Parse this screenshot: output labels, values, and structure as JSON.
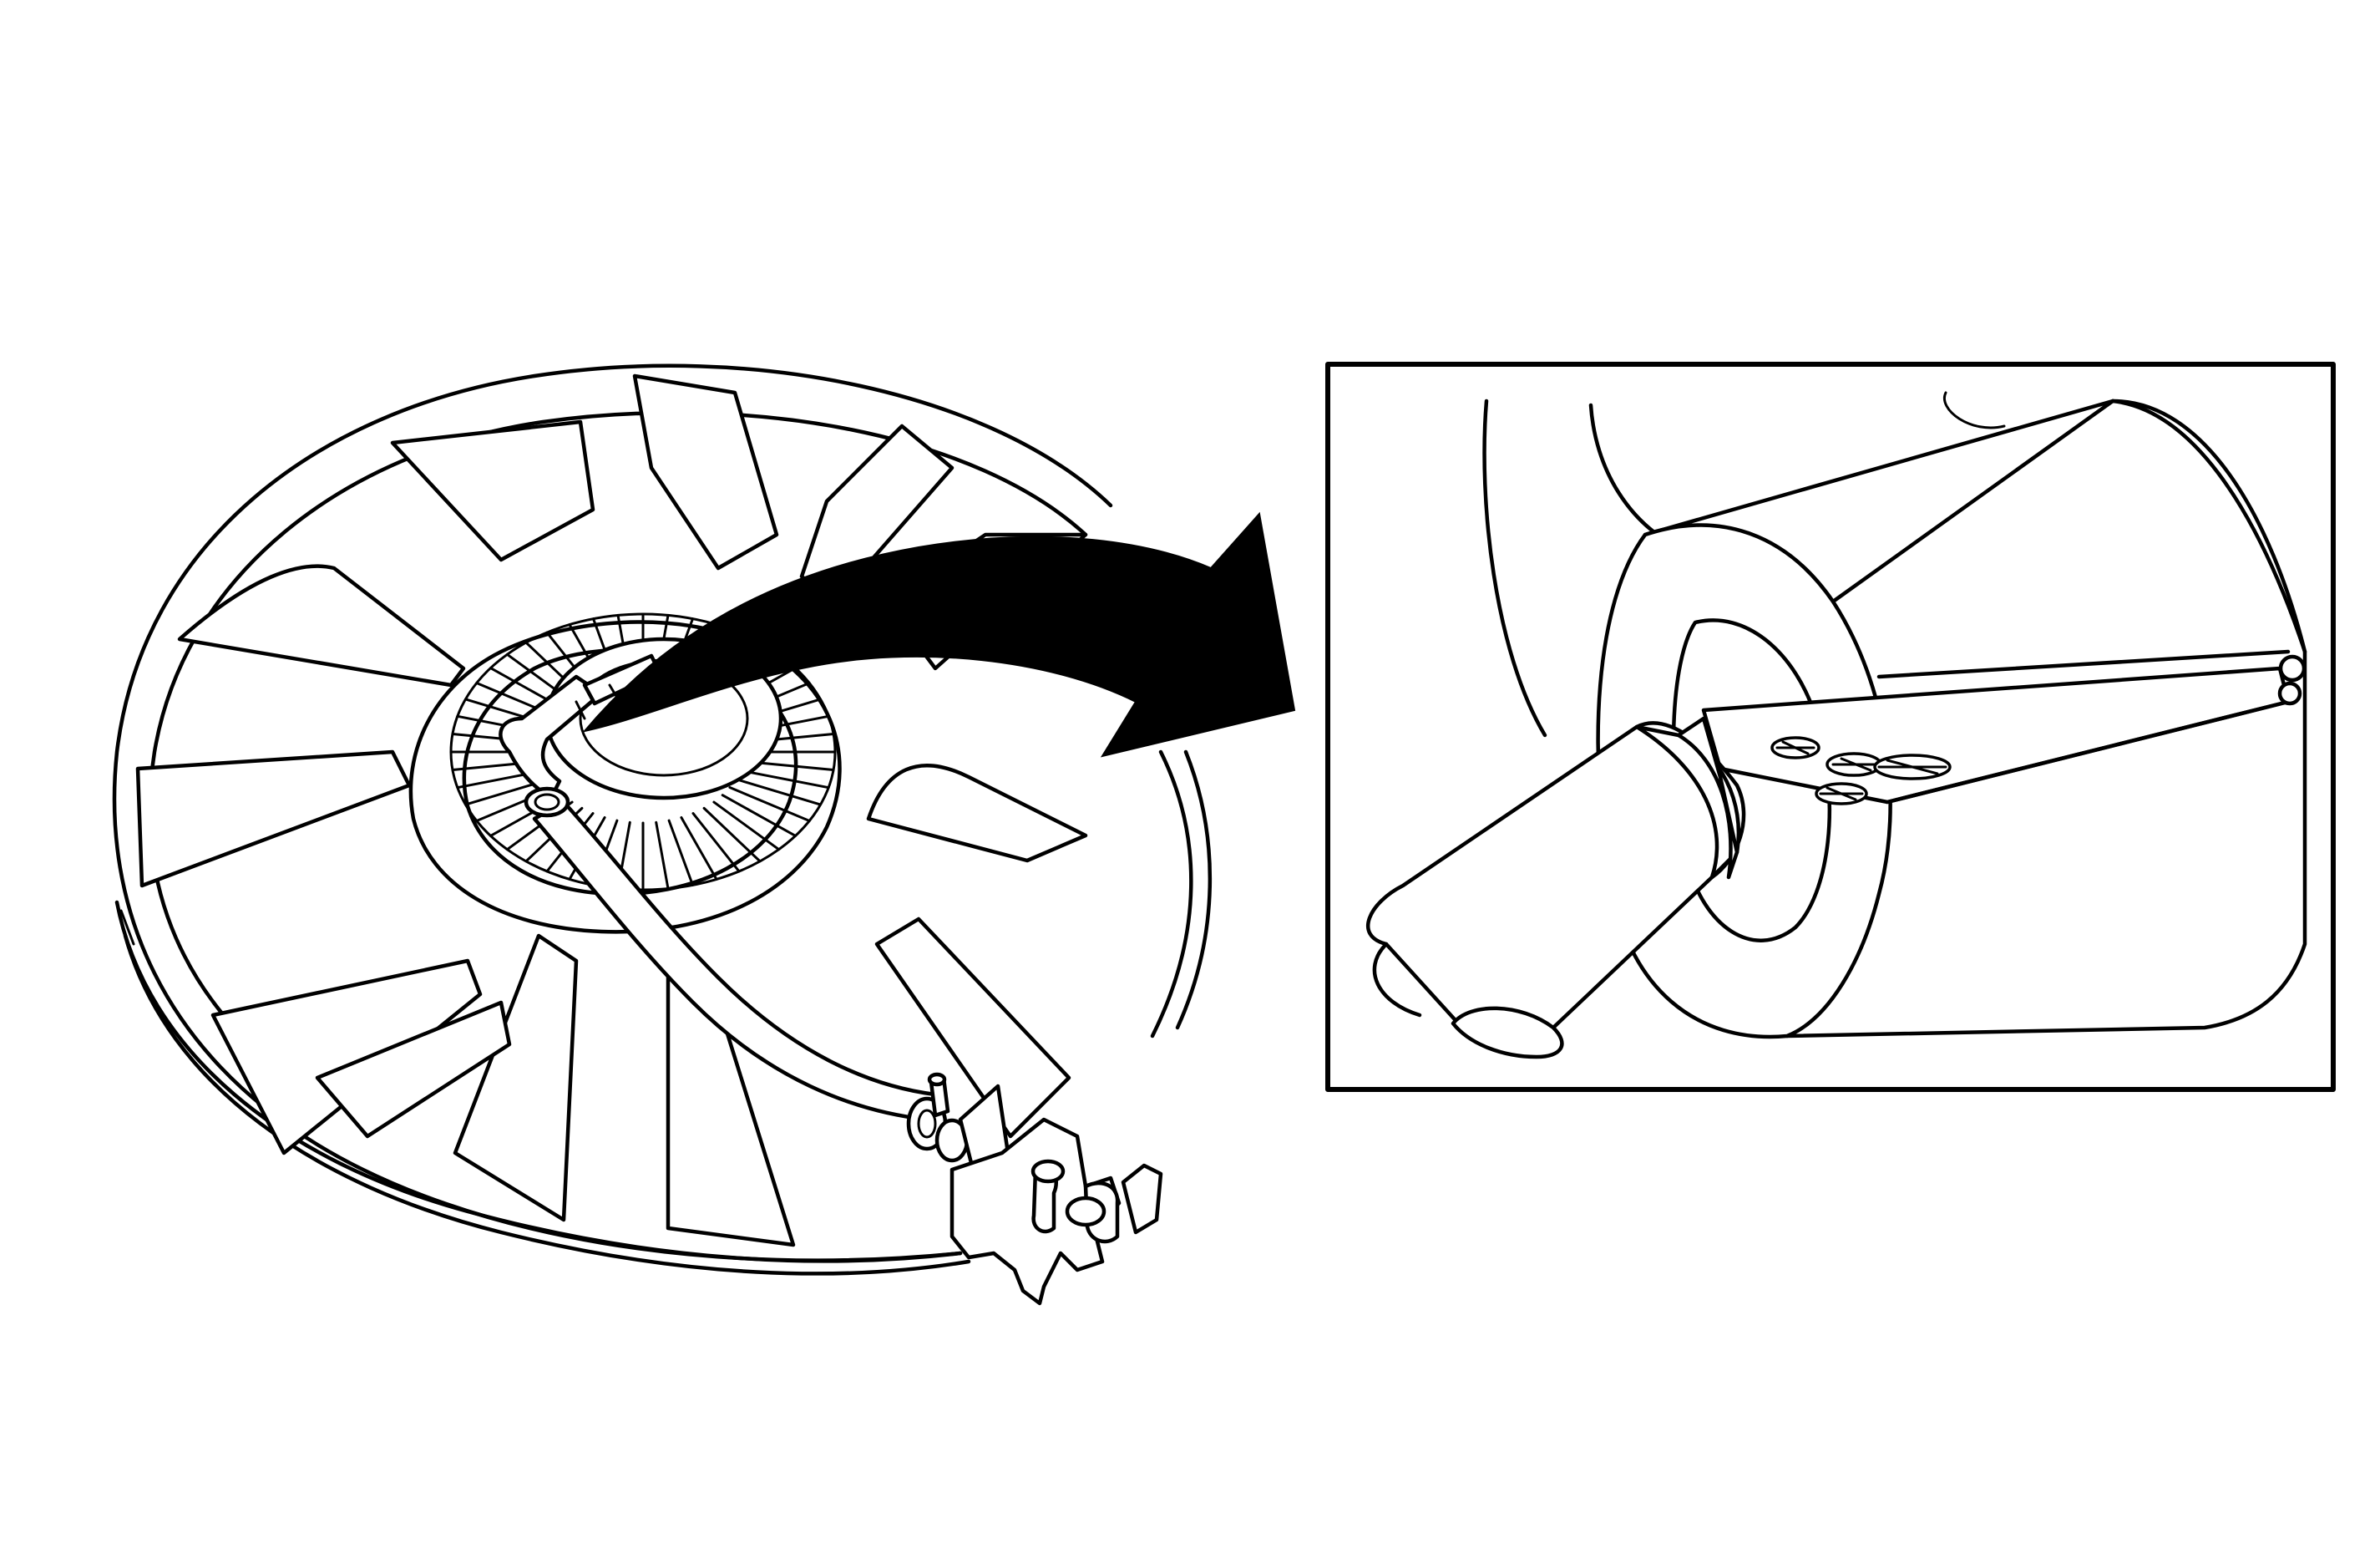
{
  "figure": {
    "background_color": "#ffffff",
    "line_color": "#000000",
    "parts": {
      "fan_assembly": "cooling-fan-with-shroud-ring",
      "fan_hub": "viscous-clutch-hub-with-radial-fins",
      "probe_tool": "tube-probe-inserted-at-hub",
      "callout_arrow": "curved-arrow-to-detail",
      "detail_inset": "magnified-view-probe-in-bore"
    },
    "fan_blade_count": 12,
    "hub_fin_count": 48
  }
}
